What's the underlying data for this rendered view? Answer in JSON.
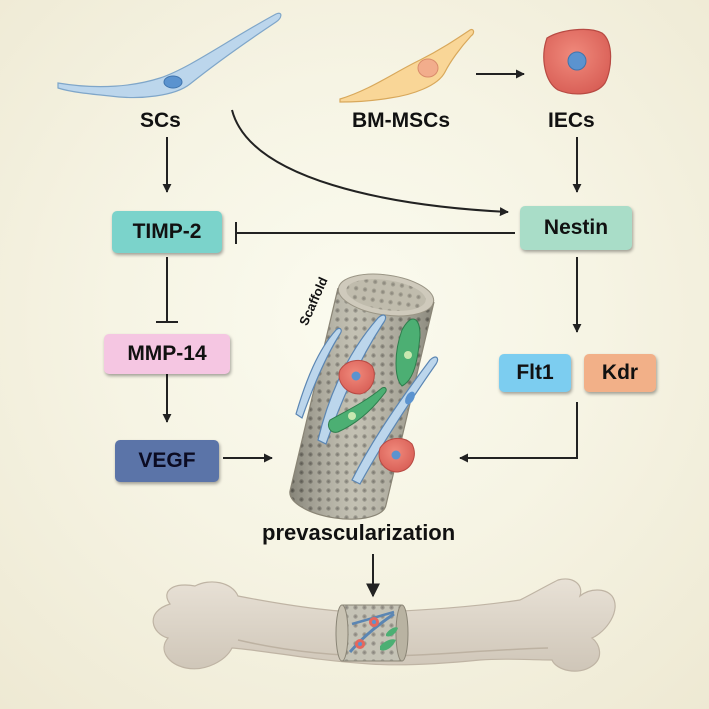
{
  "cells": {
    "sc_label": "SCs",
    "bm_msc_label": "BM-MSCs",
    "iec_label": "IECs"
  },
  "factors": {
    "timp2": "TIMP-2",
    "nestin": "Nestin",
    "mmp14": "MMP-14",
    "vegf": "VEGF",
    "flt1": "Flt1",
    "kdr": "Kdr"
  },
  "scaffold_label": "Scaffold",
  "outcome_label": "prevascularization",
  "colors": {
    "sc_cell": "#bcd6ec",
    "bm_msc_cell": "#f9d697",
    "iec_cell": "#e4685e",
    "nucleus": "#5b93cf",
    "timp2_box": "#7bd3cb",
    "nestin_box": "#a9ddc8",
    "mmp14_box": "#f5c6e2",
    "vegf_box": "#5b74a8",
    "flt1_box": "#7ccdf0",
    "kdr_box": "#f2b088",
    "bone": "#ddd5c9"
  }
}
